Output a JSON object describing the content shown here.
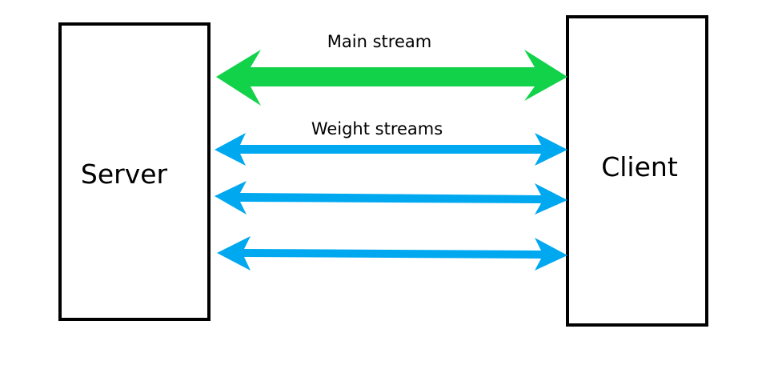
{
  "nodes": {
    "server": {
      "label": "Server"
    },
    "client": {
      "label": "Client"
    }
  },
  "connections": {
    "main_stream": {
      "label": "Main stream",
      "color": "#12d24a",
      "direction": "bidirectional"
    },
    "weight_streams": {
      "label": "Weight streams",
      "color": "#00a8f0",
      "count": 3,
      "direction": "bidirectional"
    }
  }
}
